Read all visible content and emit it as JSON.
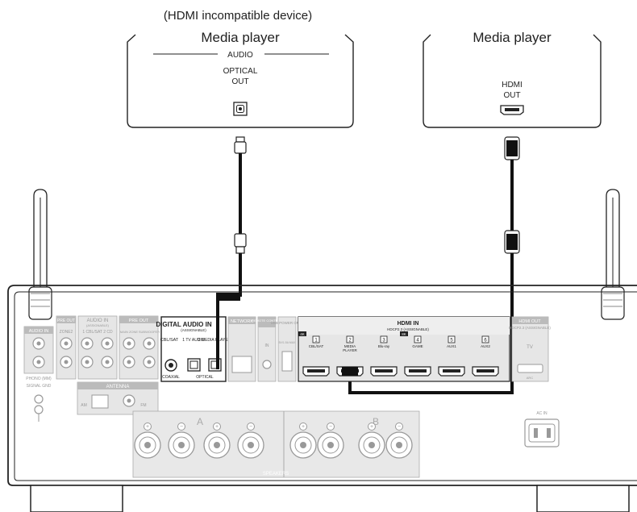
{
  "heading_note": "(HDMI incompatible device)",
  "device_left": {
    "title": "Media player",
    "audio_label": "AUDIO",
    "port_line1": "OPTICAL",
    "port_line2": "OUT"
  },
  "device_right": {
    "title": "Media player",
    "port_line1": "HDMI",
    "port_line2": "OUT"
  },
  "receiver": {
    "audio_in": "AUDIO IN",
    "phono": "PHONO (MM)",
    "signal_gnd": "SIGNAL GND",
    "pre_out_small": "PRE OUT",
    "zone2": "ZONE2",
    "audio_assignable_title": "AUDIO IN",
    "assignable": "(ASSIGNABLE)",
    "cbl_sat_cd": "1 CBL/SAT   2 CD",
    "pre_out2": "PRE OUT",
    "main_zone": "MAIN ZONE",
    "subwoofer": "SUBWOOFER",
    "antenna": "ANTENNA",
    "am": "AM",
    "fm": "FM",
    "digital_audio": "DIGITAL AUDIO IN",
    "digital_assignable": "(ASSIGNABLE)",
    "cbl_sat": "CBL/SAT",
    "tv_audio": "1  TV AUDIO",
    "media_player": "2  MEDIA PLAYER",
    "coaxial": "COAXIAL",
    "optical": "OPTICAL",
    "network": "NETWORK",
    "remote_control": "REMOTE CONTROL",
    "remote_in": "IN",
    "usb": "USB POWER ONLY",
    "usb_spec": "5V/1.5A MAX",
    "hdmi_in": "HDMI IN",
    "hdcp": "HDCP2.3 (ASSIGNABLE)",
    "hdmi_inputs": [
      {
        "num": "1",
        "label": "CBL/SAT",
        "badge": "4K"
      },
      {
        "num": "2",
        "label": "MEDIA PLAYER",
        "badge": ""
      },
      {
        "num": "3",
        "label": "Blu-ray",
        "badge": ""
      },
      {
        "num": "4",
        "label": "GAME",
        "badge": "8K"
      },
      {
        "num": "5",
        "label": "AUX1",
        "badge": ""
      },
      {
        "num": "6",
        "label": "AUX2",
        "badge": ""
      }
    ],
    "hdmi_out": "HDMI OUT",
    "hdmi_out_hdcp": "HDCP2.3",
    "tv": "TV",
    "arc": "ARC",
    "speakers": "SPEAKERS",
    "zone_a": "A",
    "zone_b": "B",
    "ac_in": "AC IN"
  }
}
